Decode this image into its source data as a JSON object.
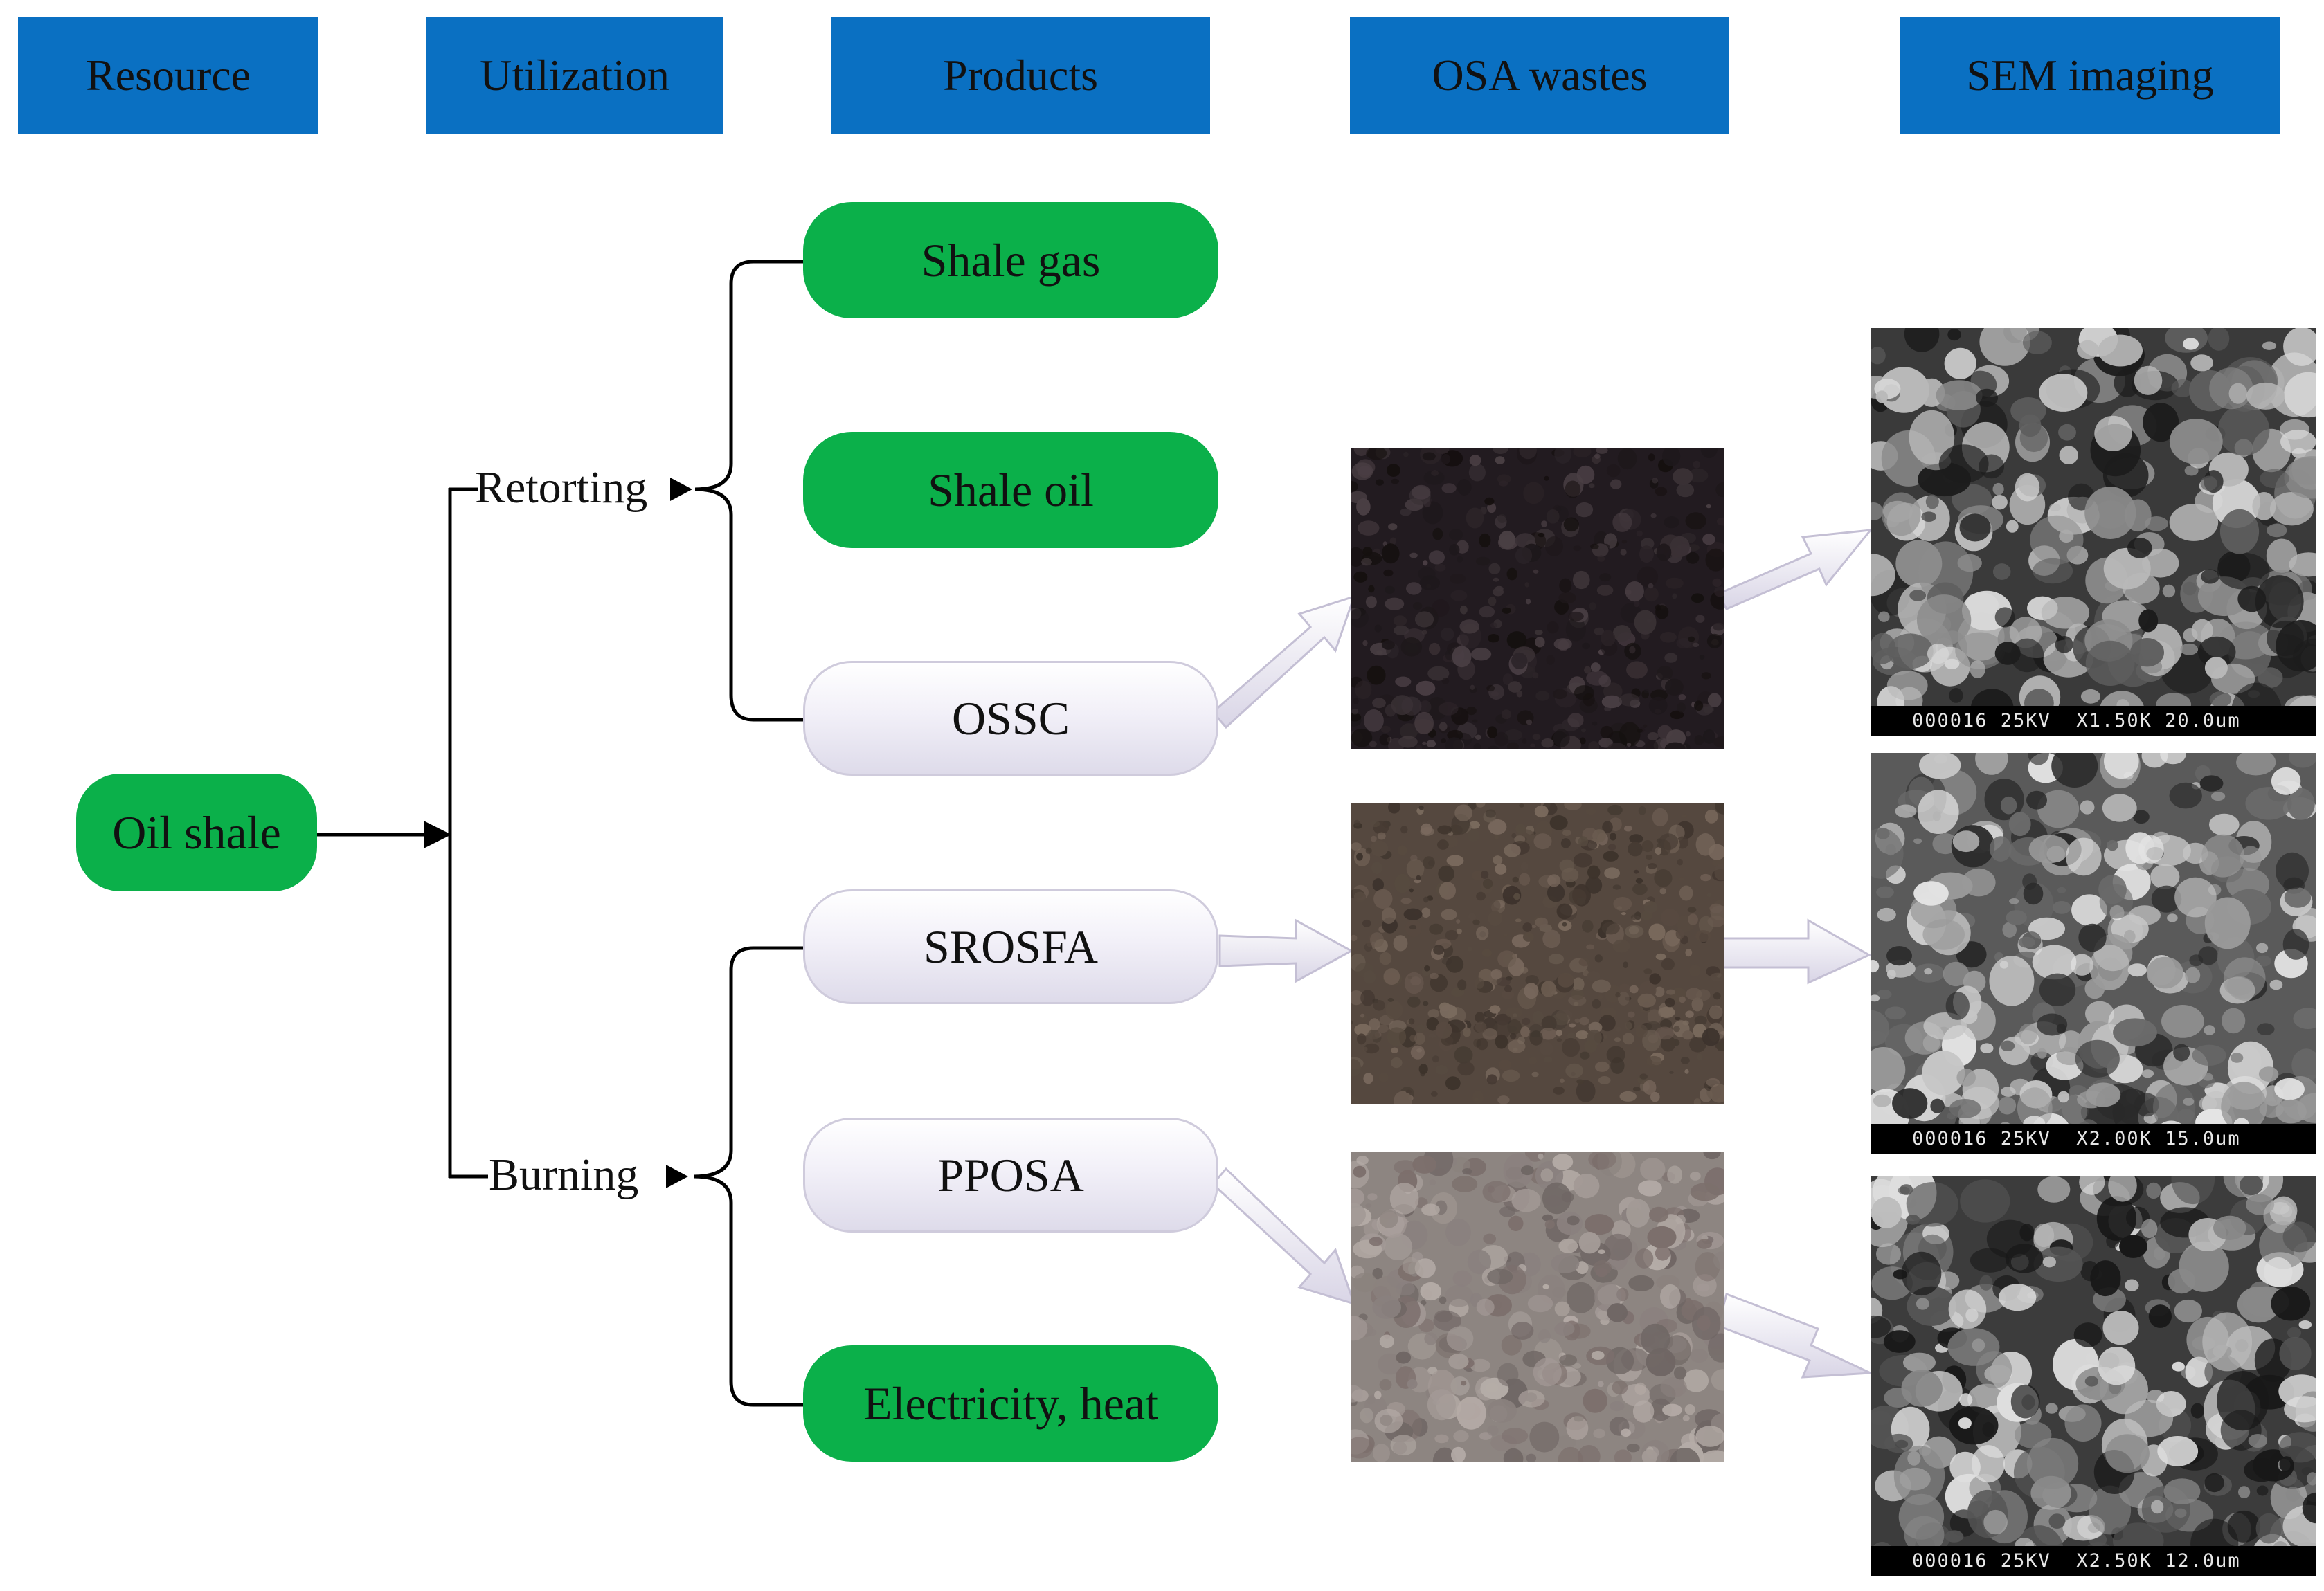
{
  "headers": {
    "resource": "Resource",
    "utilization": "Utilization",
    "products": "Products",
    "osa_wastes": "OSA wastes",
    "sem_imaging": "SEM imaging"
  },
  "source": {
    "label": "Oil shale"
  },
  "processes": {
    "retorting": "Retorting",
    "burning": "Burning"
  },
  "products": {
    "shale_gas": "Shale gas",
    "shale_oil": "Shale oil",
    "ossc": "OSSC",
    "srosfa": "SROSFA",
    "pposa": "PPOSA",
    "electricity_heat": "Electricity, heat"
  },
  "sem_captions": {
    "ossc": "000016 25KV  X1.50K 20.0um",
    "srosfa": "000016 25KV  X2.00K 15.0um",
    "pposa": "000016 25KV  X2.50K 12.0um"
  },
  "colors": {
    "header_blue": "#0a70c2",
    "product_green": "#0bb04a",
    "waste_lavender": "#e6e3ef",
    "connector": "#000000",
    "arrow_fill": "#e8e4f0"
  },
  "icons": {
    "flow_arrow": "block-arrow-icon",
    "branch_arrow": "triangle-arrowhead-icon"
  }
}
